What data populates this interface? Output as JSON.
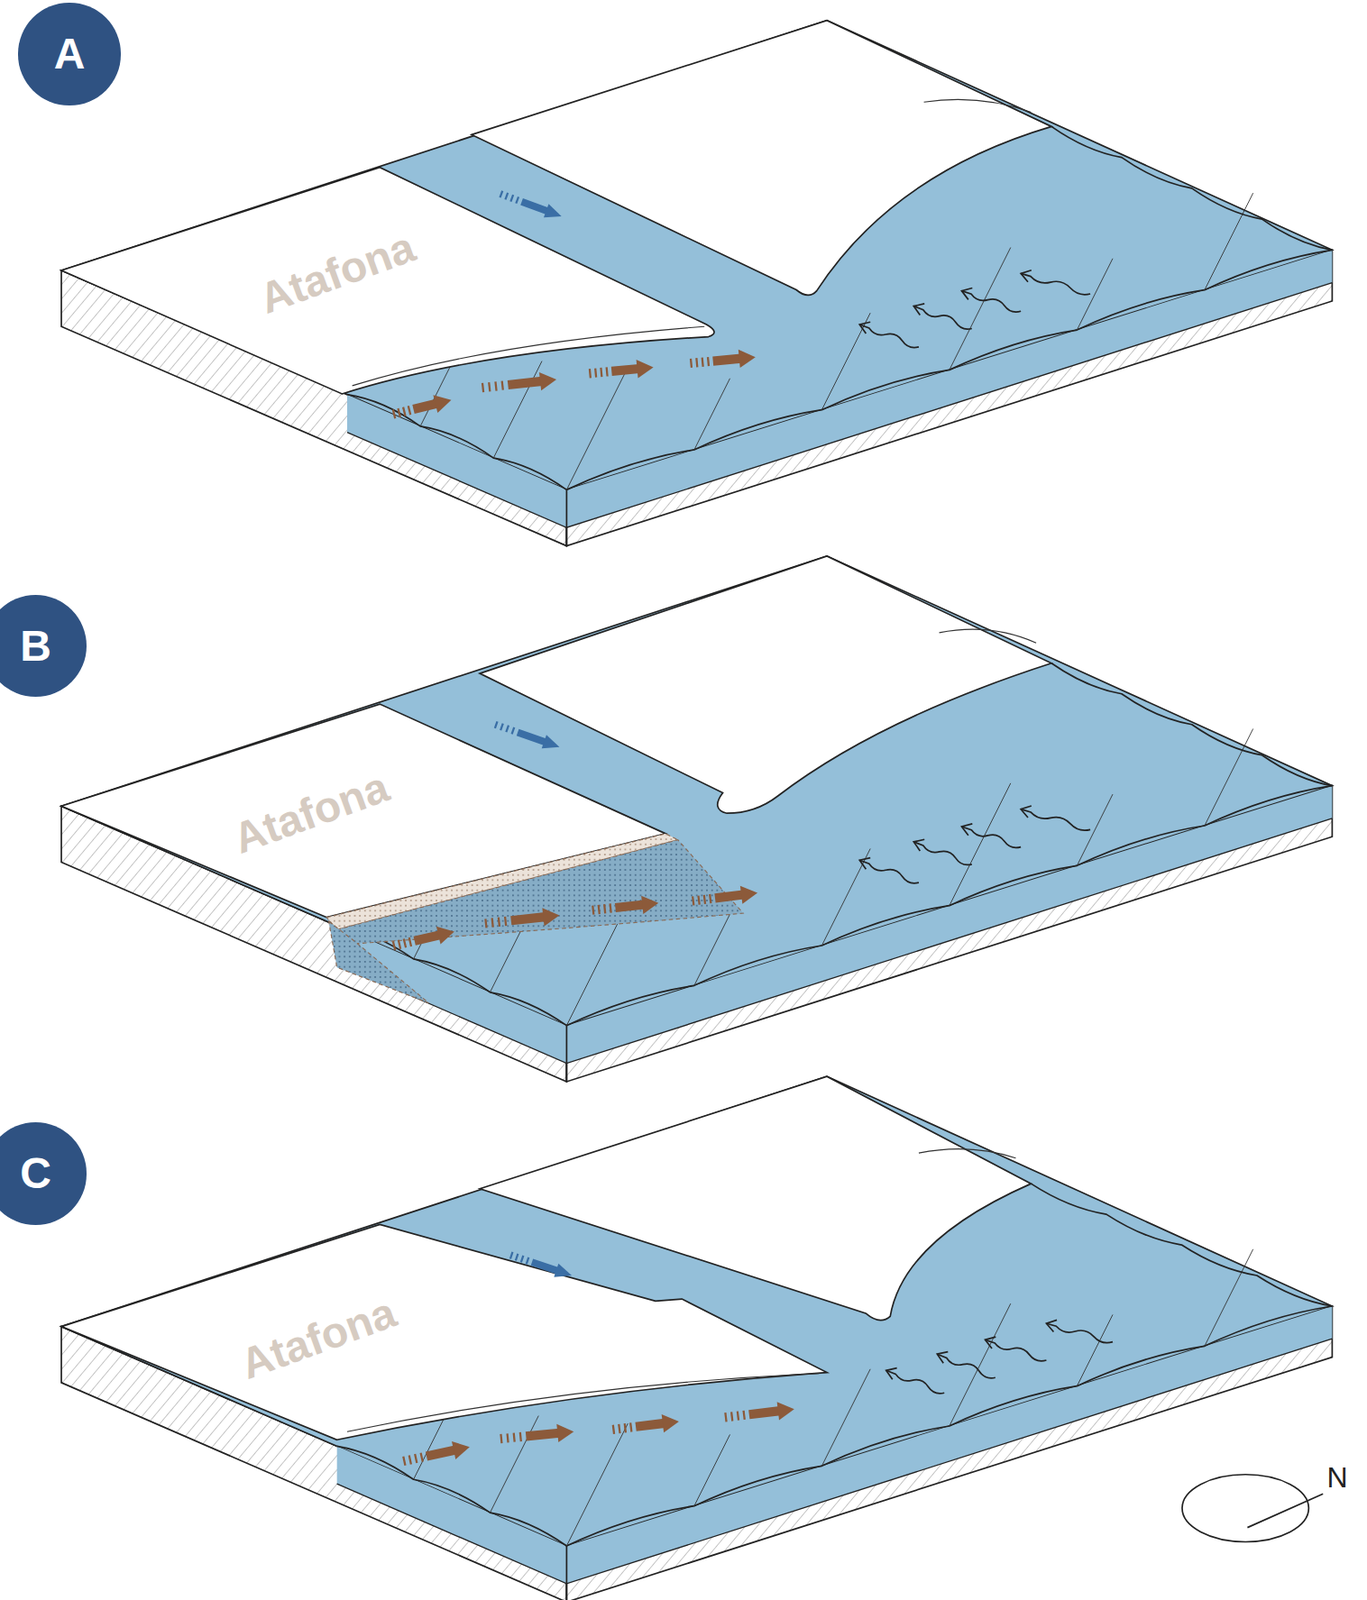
{
  "diagram": {
    "nodes": [
      {
        "text": [
          "A"
        ]
      },
      {
        "text": [
          "B"
        ]
      },
      {
        "text": [
          "C"
        ]
      }
    ],
    "labels": [
      "Atafona",
      "Atafona",
      "Atafona",
      "N"
    ]
  }
}
